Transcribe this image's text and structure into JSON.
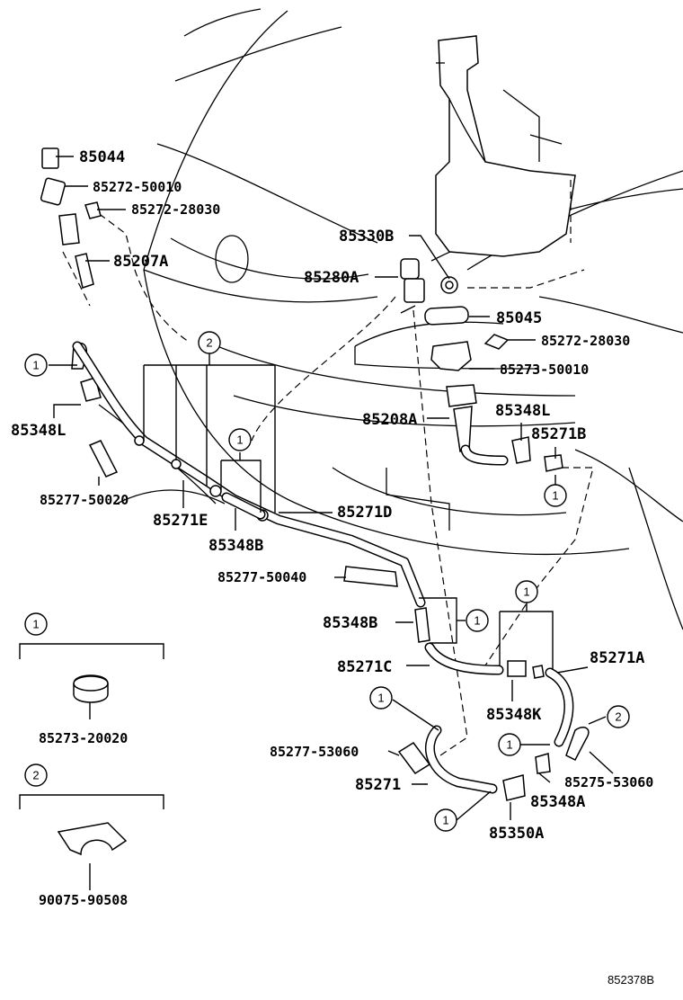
{
  "diagram": {
    "reference": "852378B",
    "parts": {
      "p85044": "85044",
      "p85272_50010": "85272-50010",
      "p85272_28030_a": "85272-28030",
      "p85207A": "85207A",
      "p85330B": "85330B",
      "p85280A": "85280A",
      "p85045": "85045",
      "p85272_28030_b": "85272-28030",
      "p85273_50010": "85273-50010",
      "p85348L_a": "85348L",
      "p85208A": "85208A",
      "p85348L_b": "85348L",
      "p85271B": "85271B",
      "p85277_50020": "85277-50020",
      "p85271E": "85271E",
      "p85271D": "85271D",
      "p85348B_a": "85348B",
      "p85277_50040": "85277-50040",
      "p85348B_b": "85348B",
      "p85271C": "85271C",
      "p85271A": "85271A",
      "p85348K": "85348K",
      "p85277_53060": "85277-53060",
      "p85271": "85271",
      "p85275_53060": "85275-53060",
      "p85348A": "85348A",
      "p85350A": "85350A",
      "p85273_20020": "85273-20020",
      "p90075_90508": "90075-90508"
    },
    "callouts": {
      "one": "1",
      "two": "2"
    }
  }
}
